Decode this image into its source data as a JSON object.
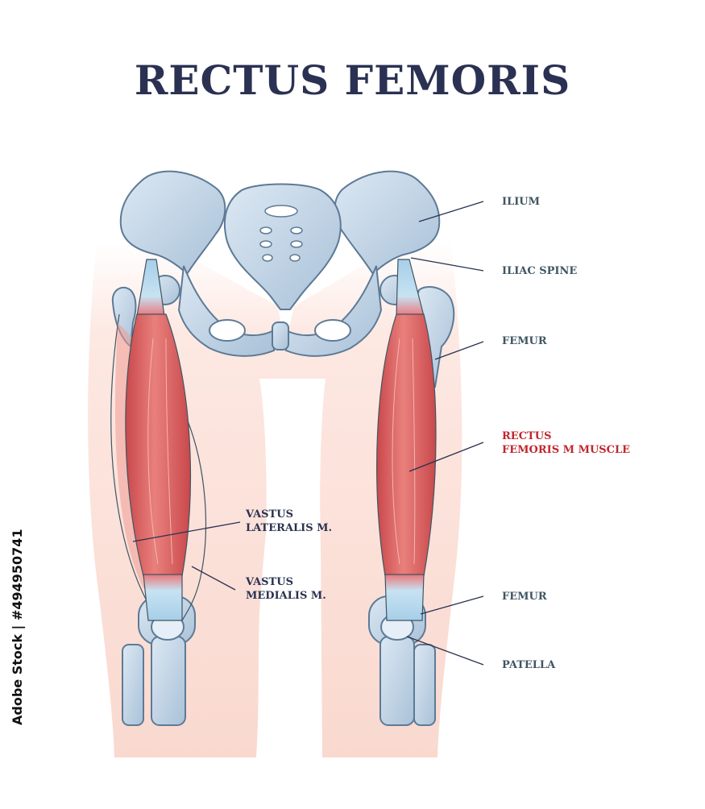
{
  "title": "RECTUS FEMORIS",
  "labels": {
    "ilium": "ILIUM",
    "iliac_spine": "ILIAC SPINE",
    "femur_upper": "FEMUR",
    "rectus_line1": "RECTUS",
    "rectus_line2": "FEMORIS M MUSCLE",
    "vastus_lateralis_line1": "VASTUS",
    "vastus_lateralis_line2": "LATERALIS M.",
    "vastus_medialis_line1": "VASTUS",
    "vastus_medialis_line2": "MEDIALIS M.",
    "femur_lower": "FEMUR",
    "patella": "PATELLA"
  },
  "stock_id": "Adobe Stock | #494950741",
  "colors": {
    "title": "#2a3152",
    "label": "#3f5563",
    "label_highlight": "#c0262e",
    "skin": "#fbe1da",
    "bone": "#b8cde0",
    "bone_outline": "#5d7a96",
    "muscle": "#dc5e60",
    "tendon": "#a8d2ea"
  }
}
